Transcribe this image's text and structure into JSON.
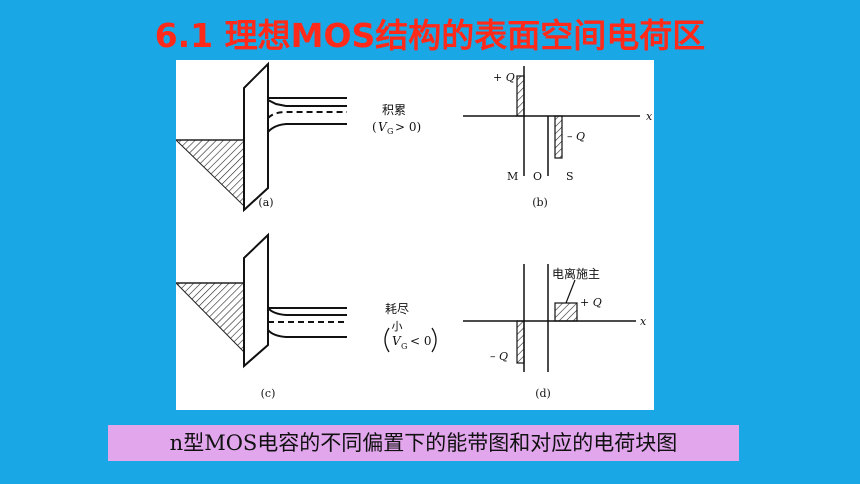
{
  "slide": {
    "title": "6.1 理想MOS结构的表面空间电荷区",
    "caption": "n型MOS电容的不同偏置下的能带图和对应的电荷块图"
  },
  "diagram": {
    "panel_a": {
      "mode": "积累",
      "condition_var": "V",
      "condition_sub": "G",
      "condition_rel": "> 0)",
      "condition_open": "(",
      "sublabel": "(a)"
    },
    "panel_b": {
      "plus_q": "+ Q",
      "minus_q": "– Q",
      "x_axis": "x",
      "m": "M",
      "o": "O",
      "s": "S",
      "sublabel": "(b)"
    },
    "panel_c": {
      "mode": "耗尽",
      "small": "小",
      "condition_var": "V",
      "condition_sub": "G",
      "condition_rel": "< 0",
      "sublabel": "(c)"
    },
    "panel_d": {
      "donor": "电离施主",
      "plus_q": "+ Q",
      "minus_q": "– Q",
      "x_axis": "x",
      "sublabel": "(d)"
    }
  }
}
